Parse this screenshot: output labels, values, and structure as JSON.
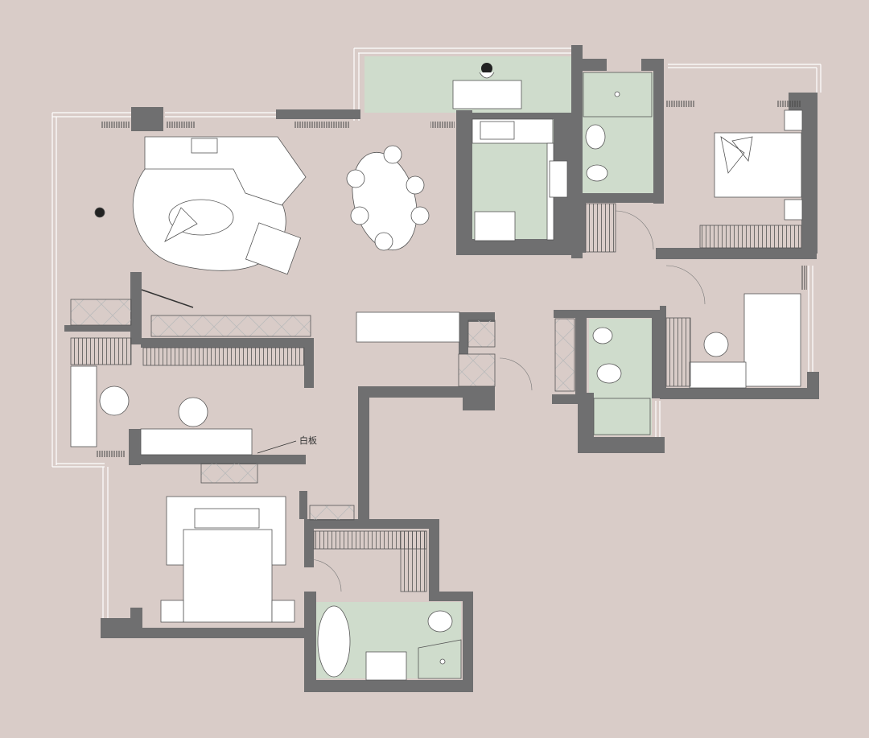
{
  "colors": {
    "background": "#d9ccc8",
    "wall": "#6f6f70",
    "wall_dark": "#4a4a4b",
    "wet_area": "#cfdccc",
    "furniture": "#ffffff",
    "line": "#333333"
  },
  "annotations": {
    "whiteboard_label": "白板"
  },
  "rooms": [
    {
      "name": "living-room"
    },
    {
      "name": "dining-area"
    },
    {
      "name": "kitchen"
    },
    {
      "name": "balcony"
    },
    {
      "name": "bathroom-north"
    },
    {
      "name": "bedroom-northeast"
    },
    {
      "name": "bedroom-east"
    },
    {
      "name": "bathroom-central"
    },
    {
      "name": "study"
    },
    {
      "name": "master-bedroom"
    },
    {
      "name": "walk-in-closet"
    },
    {
      "name": "master-bathroom"
    }
  ]
}
